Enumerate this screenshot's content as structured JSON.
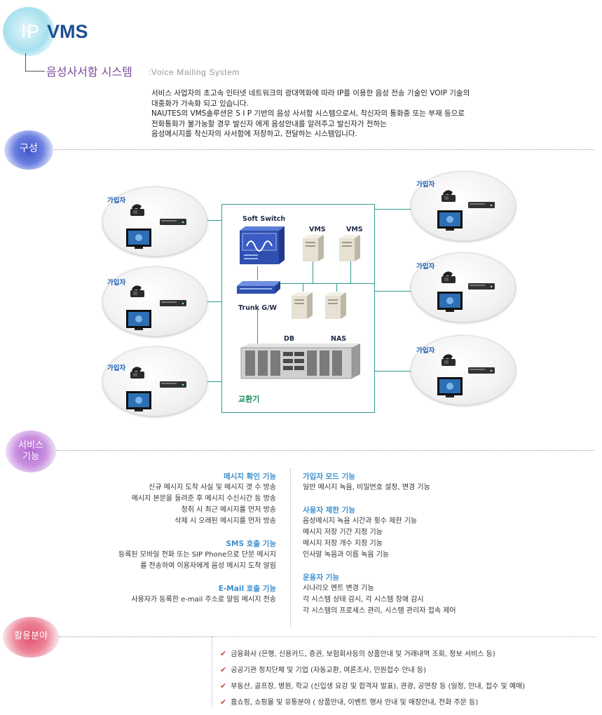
{
  "header": {
    "title_ip": "IP",
    "title_vms": "VMS",
    "subtitle_ko": "음성사서함 시스템",
    "subtitle_en": ":Voice Mailing System"
  },
  "intro": {
    "lines": [
      "서비스 사업자의 초고속 인터넷 네트워크의 광대역화에 따라 IP를 이용한 음성 전송 기술인 VOIP 기술의",
      "대중화가 가속화 되고 있습니다.",
      "NAUTES의 VMS솔루션은 S I P 기반의 음성 사서함 시스템으로서, 착신자의 통화중 또는 부재 등으로",
      "전화통화가 불가능할 경우 발신자 에게 음성안내를 알려주고 발신자가 전하는",
      "음성메시지를 착신자의 사서함에 저장하고, 전달하는 시스템입니다."
    ]
  },
  "sections": {
    "composition": "구성",
    "service_line1": "서비스",
    "service_line2": "기능",
    "usage": "활용분야"
  },
  "diagram": {
    "subscriber_label": "가입자",
    "soft_switch": "Soft Switch",
    "vms_1": "VMS",
    "vms_2": "VMS",
    "trunk": "Trunk G/W",
    "db": "DB",
    "nas": "NAS",
    "exchange": "교환기"
  },
  "services": {
    "left": [
      {
        "title": "메시지 확인 기능",
        "lines": [
          "신규 메시지 도착 사실 및 메시지 갯 수 방송",
          "메시지 본문을 들려준 후 메시지 수신시간 등 방송",
          "청취 시 최근 메시지를 먼저 방송",
          "삭제 시 오래된 메시지를 먼저 방송"
        ]
      },
      {
        "title": "SMS 호출 기능",
        "lines": [
          "등록된 모바일 전화 또는 SIP Phone으로 단문 메시지",
          "를 전송하여 이용자에게 음성 메시지 도착 알림"
        ]
      },
      {
        "title": "E-Mail 호출 기능",
        "lines": [
          "사용자가 등록한 e-mail 주소로 알림 메시지 전송"
        ]
      }
    ],
    "right": [
      {
        "title": "가입자 모드 기능",
        "lines": [
          "일반 메시지 녹음,  비밀번호 설정, 변경 기능"
        ]
      },
      {
        "title": "사용자 제한 기능",
        "lines": [
          "음성메시지 녹음 시간과 횟수 제한 기능",
          "메시지 저장 기간 지정 기능",
          "메시지 저장 개수 지정 기능",
          "인사말 녹음과 이름 녹음 기능"
        ]
      },
      {
        "title": "운용자 기능",
        "lines": [
          "시나리오 멘트 변경 기능",
          "각 시스템 상태 감시, 각 시스템 장애 감시",
          "각 시스템의 프로세스 관리, 시스템 관리자 접속 제어"
        ]
      }
    ]
  },
  "usage": {
    "items": [
      "금융화사 (은행, 신용카드, 증권, 보험회사등의 상품안내 및 거래내역 조회, 정보 서비스 등)",
      "공공기관 정치단체 및 기업 (자동교환, 여론조사, 민원접수 안내 등)",
      "부동산, 골프장, 병원, 학교 (신입생 요강 및 합격자 발표), 관광, 공연장 등 (일정, 안내, 접수 및 예매)",
      "홈쇼핑, 쇼핑몰 및 유통분야 ( 상품안내, 이벤트 행사 안내 및 매장안내, 전화 주문 등)"
    ]
  },
  "colors": {
    "brand_blue": "#1d4f93",
    "section_purple": "#7a4a9c",
    "service_heading_blue": "#3b8fd0",
    "connector_teal": "#2e9b8f",
    "check_red": "#d94a3c"
  }
}
